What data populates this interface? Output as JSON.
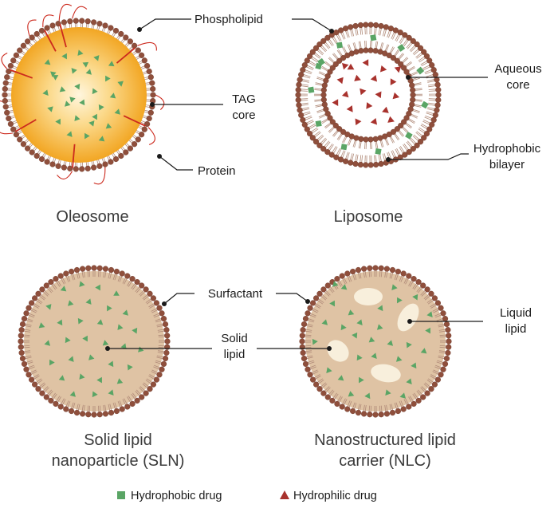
{
  "diagram": {
    "colors": {
      "head": "#8f4f3c",
      "head_stroke": "#6e3a2b",
      "tail": "#b08a78",
      "tag_core_inner": "#fff6de",
      "tag_core_outer": "#f2a623",
      "protein": "#cc2a1e",
      "hydrophobic_drug": "#5aa565",
      "hydrophilic_drug": "#a8322d",
      "solid_lipid": "#dfc3a4",
      "liquid_lipid": "#f8efdc",
      "leader_line": "#1a1a1a"
    },
    "oleosome": {
      "title": "Oleosome",
      "labels": {
        "phospholipid": "Phospholipid",
        "tag_core": [
          "TAG",
          "core"
        ],
        "protein": "Protein"
      }
    },
    "liposome": {
      "title": "Liposome",
      "labels": {
        "aqueous_core": [
          "Aqueous",
          "core"
        ],
        "hydrophobic_bilayer": [
          "Hydrophobic",
          "bilayer"
        ]
      }
    },
    "sln": {
      "title": [
        "Solid lipid",
        "nanoparticle (SLN)"
      ],
      "labels": {
        "surfactant": "Surfactant",
        "solid_lipid": [
          "Solid",
          "lipid"
        ]
      }
    },
    "nlc": {
      "title": [
        "Nanostructured lipid",
        "carrier (NLC)"
      ],
      "labels": {
        "liquid_lipid": [
          "Liquid",
          "lipid"
        ]
      }
    },
    "legend": {
      "hydrophobic_drug": {
        "label": "Hydrophobic drug",
        "icon": "green-square-icon"
      },
      "hydrophilic_drug": {
        "label": "Hydrophilic drug",
        "icon": "red-triangle-icon"
      }
    }
  }
}
